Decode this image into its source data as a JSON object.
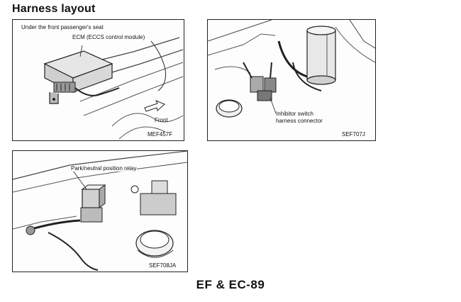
{
  "page": {
    "title": "Harness layout",
    "footer": "EF & EC-89"
  },
  "panel_ecm": {
    "location": "Under the front passenger's seat",
    "component": "ECM (ECCS control module)",
    "direction": "Front",
    "code": "MEF457F"
  },
  "panel_inhibitor": {
    "component_line1": "Inhibitor switch",
    "component_line2": "harness connector",
    "code": "SEF707J"
  },
  "panel_relay": {
    "component": "Park/neutral position relay",
    "code": "SEF708JA"
  }
}
